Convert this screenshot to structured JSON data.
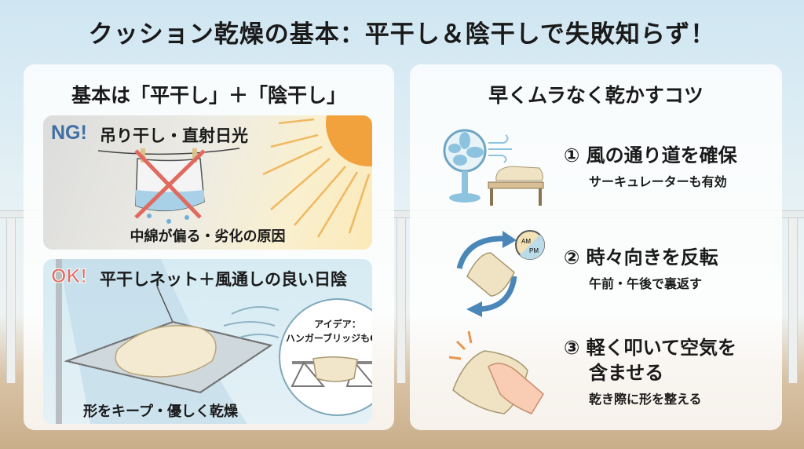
{
  "title": "クッション乾燥の基本：平干し＆陰干しで失敗知らず！",
  "left": {
    "heading": "基本は「平干し」＋「陰干し」",
    "ng": {
      "badge": "NG!",
      "label": "吊り干し・直射日光",
      "caption": "中綿が偏る・劣化の原因"
    },
    "ok": {
      "badge": "OK!",
      "label": "平干しネット＋風通しの良い日陰",
      "caption": "形をキープ・優しく乾燥",
      "bubble_line1": "アイデア：",
      "bubble_line2": "ハンガーブリッジもOK!"
    }
  },
  "right": {
    "heading": "早くムラなく乾かすコツ",
    "tips": [
      {
        "title": "① 風の通り道を確保",
        "sub": "サーキュレーターも有効"
      },
      {
        "title": "② 時々向きを反転",
        "sub": "午前・午後で裏返す",
        "clock_am": "AM",
        "clock_pm": "PM"
      },
      {
        "title": "③ 軽く叩いて空気を",
        "title2": "含ませる",
        "sub": "乾き際に形を整える"
      }
    ]
  }
}
